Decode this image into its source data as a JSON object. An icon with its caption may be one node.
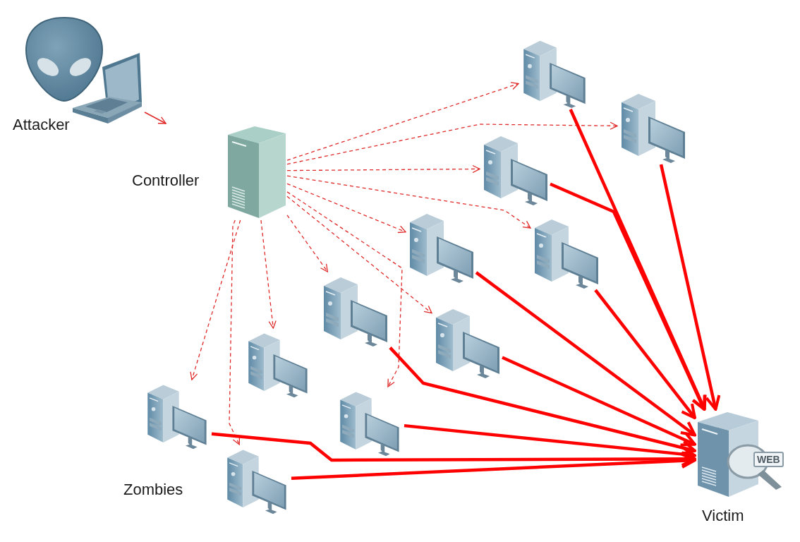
{
  "diagram": {
    "nodes": [
      {
        "text": [
          "Attacker"
        ]
      },
      {
        "text": [
          "Controller"
        ]
      },
      {
        "text": [],
        "shape": "picture"
      },
      {
        "text": [],
        "shape": "picture"
      },
      {
        "text": [],
        "shape": "picture"
      },
      {
        "text": [],
        "shape": "picture"
      },
      {
        "text": [],
        "shape": "picture"
      },
      {
        "text": [],
        "shape": "picture"
      },
      {
        "text": [],
        "shape": "picture"
      },
      {
        "text": [],
        "shape": "picture"
      },
      {
        "text": [],
        "shape": "picture"
      },
      {
        "text": [],
        "shape": "picture"
      },
      {
        "text": [],
        "shape": "picture"
      },
      {
        "text": [
          "WEB",
          "Victim"
        ]
      }
    ],
    "edges": [
      {
        "from": 0,
        "to": 1,
        "arrow": "to"
      },
      {
        "from": 1,
        "to": 2,
        "arrow": "to",
        "style": "dashed"
      },
      {
        "from": 1,
        "to": 3,
        "arrow": "to",
        "style": "dashed"
      },
      {
        "from": 1,
        "to": 4,
        "arrow": "to",
        "style": "dashed"
      },
      {
        "from": 1,
        "to": 5,
        "arrow": "to",
        "style": "dashed"
      },
      {
        "from": 1,
        "to": 6,
        "arrow": "to",
        "style": "dashed"
      },
      {
        "from": 1,
        "to": 7,
        "arrow": "to",
        "style": "dashed"
      },
      {
        "from": 1,
        "to": 8,
        "arrow": "to",
        "style": "dashed"
      },
      {
        "from": 1,
        "to": 9,
        "arrow": "to",
        "style": "dashed"
      },
      {
        "from": 1,
        "to": 10,
        "arrow": "to",
        "style": "dashed"
      },
      {
        "from": 1,
        "to": 11,
        "arrow": "to",
        "style": "dashed"
      },
      {
        "from": 1,
        "to": 12,
        "arrow": "to",
        "style": "dashed"
      },
      {
        "from": 2,
        "to": 13,
        "arrow": "to",
        "style": "thick"
      },
      {
        "from": 3,
        "to": 13,
        "arrow": "to",
        "style": "thick"
      },
      {
        "from": 4,
        "to": 13,
        "arrow": "to",
        "style": "thick"
      },
      {
        "from": 5,
        "to": 13,
        "arrow": "to",
        "style": "thick"
      },
      {
        "from": 6,
        "to": 13,
        "arrow": "to",
        "style": "thick"
      },
      {
        "from": 7,
        "to": 13,
        "arrow": "to",
        "style": "thick"
      },
      {
        "from": 8,
        "to": 13,
        "arrow": "to",
        "style": "thick"
      },
      {
        "from": 10,
        "to": 13,
        "arrow": "to",
        "style": "thick"
      },
      {
        "from": 11,
        "to": 13,
        "arrow": "to",
        "style": "thick"
      },
      {
        "from": 12,
        "to": 13,
        "arrow": "to",
        "style": "thick"
      }
    ],
    "labels": [
      "Zombies"
    ]
  }
}
